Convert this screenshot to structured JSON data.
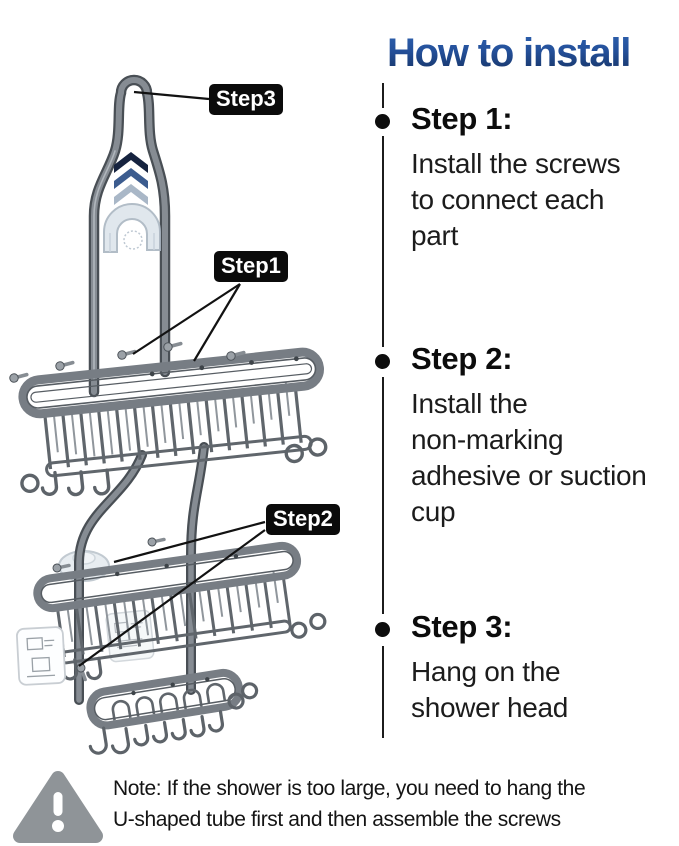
{
  "title": "How to install",
  "diagram": {
    "labels": {
      "step3": "Step3",
      "step1": "Step1",
      "step2": "Step2"
    },
    "subject": "hanging shower caddy with hanger tube, two wire baskets, soap tray and hooks"
  },
  "steps": [
    {
      "heading": "Step 1:",
      "body": "Install the screws\nto connect each\npart"
    },
    {
      "heading": "Step 2:",
      "body": "Install the\nnon-marking\nadhesive or suction\ncup"
    },
    {
      "heading": "Step 3:",
      "body": "Hang on the\nshower head"
    }
  ],
  "note": {
    "icon": "warning-triangle-icon",
    "text": "Note: If the shower is too large, you need to hang the\nU-shaped tube first and then assemble the screws"
  },
  "colors": {
    "title_gradient_top": "#2f63b2",
    "title_gradient_bottom": "#142f5c",
    "step_label_bg": "#0b0b0b",
    "step_label_text": "#ffffff",
    "metal_gray": "#868c93",
    "metal_dark": "#494f55",
    "chevron_dark": "#16233f",
    "chevron_mid": "#3c5c8f",
    "chevron_light": "#a9b7c7",
    "warning_icon_gray": "#8f9498",
    "timeline_black": "#1c1c1c"
  }
}
